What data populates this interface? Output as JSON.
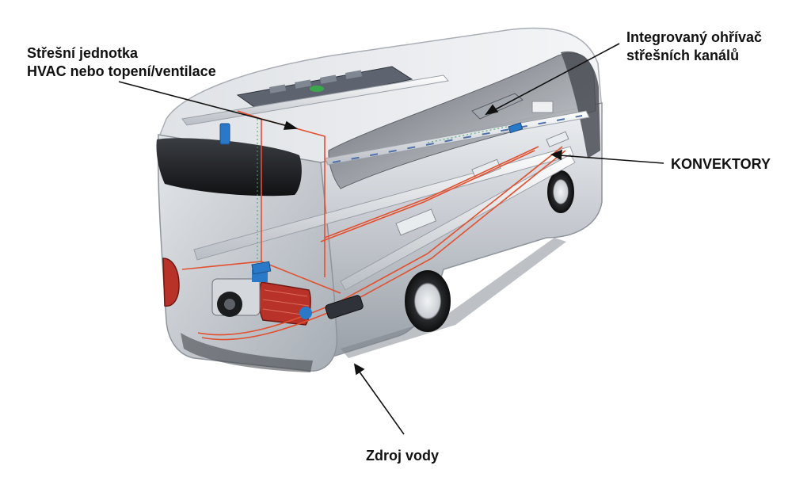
{
  "labels": {
    "roof_unit_line1": "Střešní jednotka",
    "roof_unit_line2": "HVAC nebo topení/ventilace",
    "heater_line1": "Integrovaný ohřívač",
    "heater_line2": "střešních kanálů",
    "convectors": "KONVEKTORY",
    "water_source": "Zdroj vody"
  },
  "colors": {
    "body": "#c9ccd2",
    "heating_pipe": "#e2502f",
    "duct": "#e6e8ec",
    "unit_blue": "#2a78c8",
    "tail_light": "#b8322a",
    "label_text": "#111111"
  }
}
